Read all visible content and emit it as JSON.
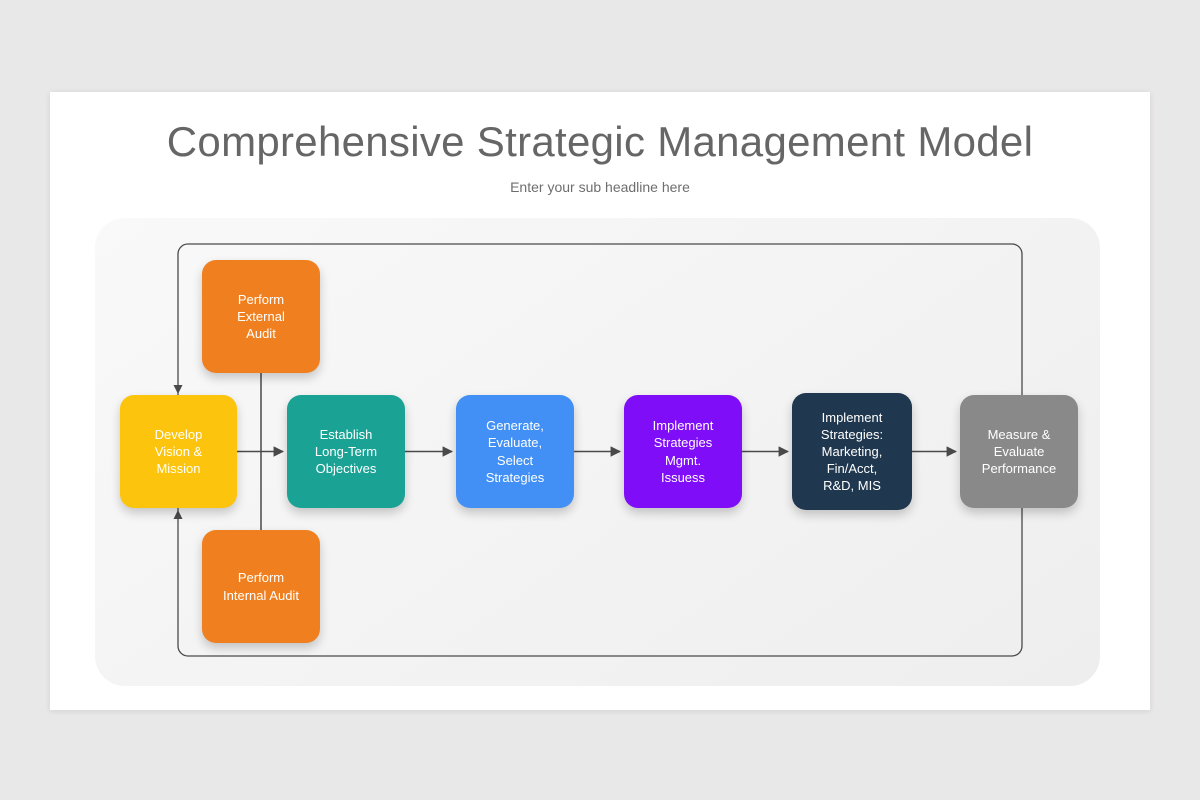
{
  "header": {
    "title": "Comprehensive Strategic Management Model",
    "subtitle": "Enter your sub headline here"
  },
  "diagram": {
    "line_color": "#4A4A4A",
    "nodes": [
      {
        "id": "perform-external-audit",
        "label": "Perform External Audit",
        "color": "#F0801F"
      },
      {
        "id": "develop-vision-mission",
        "label": "Develop Vision & Mission",
        "color": "#FCC40D"
      },
      {
        "id": "establish-long-term-objectives",
        "label": "Establish Long-Term Objectives",
        "color": "#1AA394"
      },
      {
        "id": "generate-evaluate-select-strategies",
        "label": "Generate, Evaluate, Select Strategies",
        "color": "#4290F5"
      },
      {
        "id": "implement-strategies-mgmt",
        "label": "Implement Strategies Mgmt. Issuess",
        "color": "#7F0DF8"
      },
      {
        "id": "implement-strategies-functional",
        "label": "Implement Strategies: Marketing, Fin/Acct, R&D, MIS",
        "color": "#20384F"
      },
      {
        "id": "measure-evaluate-performance",
        "label": "Measure & Evaluate Performance",
        "color": "#8A8989"
      },
      {
        "id": "perform-internal-audit",
        "label": "Perform Internal Audit",
        "color": "#F0801F"
      }
    ],
    "edges": [
      {
        "from": "develop-vision-mission",
        "to": "establish-long-term-objectives"
      },
      {
        "from": "establish-long-term-objectives",
        "to": "generate-evaluate-select-strategies"
      },
      {
        "from": "generate-evaluate-select-strategies",
        "to": "implement-strategies-mgmt"
      },
      {
        "from": "implement-strategies-mgmt",
        "to": "implement-strategies-functional"
      },
      {
        "from": "implement-strategies-functional",
        "to": "measure-evaluate-performance"
      },
      {
        "from": "perform-external-audit",
        "to": "perform-internal-audit"
      },
      {
        "from": "feedback-loop",
        "to": "develop-vision-mission"
      }
    ]
  }
}
